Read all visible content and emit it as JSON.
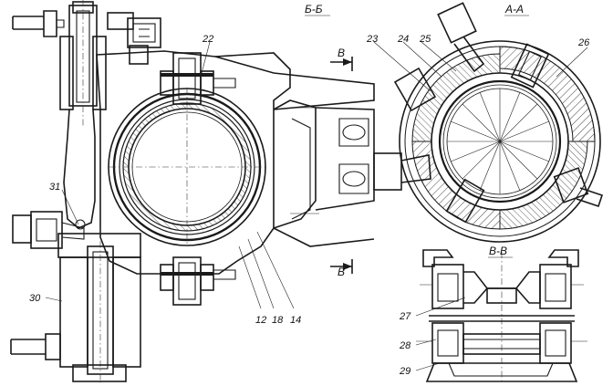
{
  "sections": {
    "b_b": "Б-Б",
    "a_a": "А-А",
    "v_v": "В-В"
  },
  "cut_marks": {
    "top": "В",
    "bottom": "В"
  },
  "callouts": [
    "12",
    "14",
    "18",
    "22",
    "23",
    "24",
    "25",
    "26",
    "27",
    "28",
    "29",
    "30",
    "31"
  ]
}
